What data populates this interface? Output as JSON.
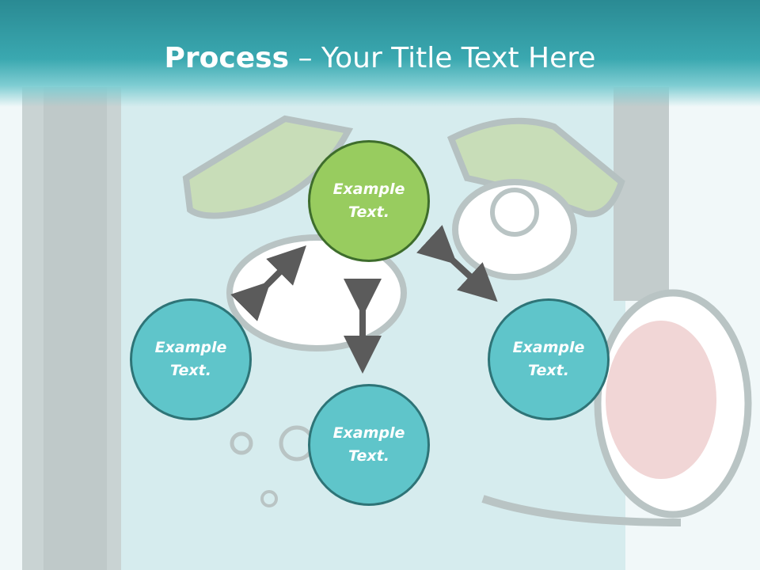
{
  "slide": {
    "title_bold": "Process",
    "title_rest": " – Your Title Text Here"
  },
  "nodes": [
    {
      "label_line1": "Example",
      "label_line2": "Text.",
      "color": "#98cc5f"
    },
    {
      "label_line1": "Example",
      "label_line2": "Text.",
      "color": "#5fc5ca"
    },
    {
      "label_line1": "Example",
      "label_line2": "Text.",
      "color": "#5fc5ca"
    },
    {
      "label_line1": "Example",
      "label_line2": "Text.",
      "color": "#5fc5ca"
    }
  ],
  "colors": {
    "header": "#3aa8b0",
    "arrow": "#5b5b5b",
    "sketch": "#b9c4c4"
  }
}
